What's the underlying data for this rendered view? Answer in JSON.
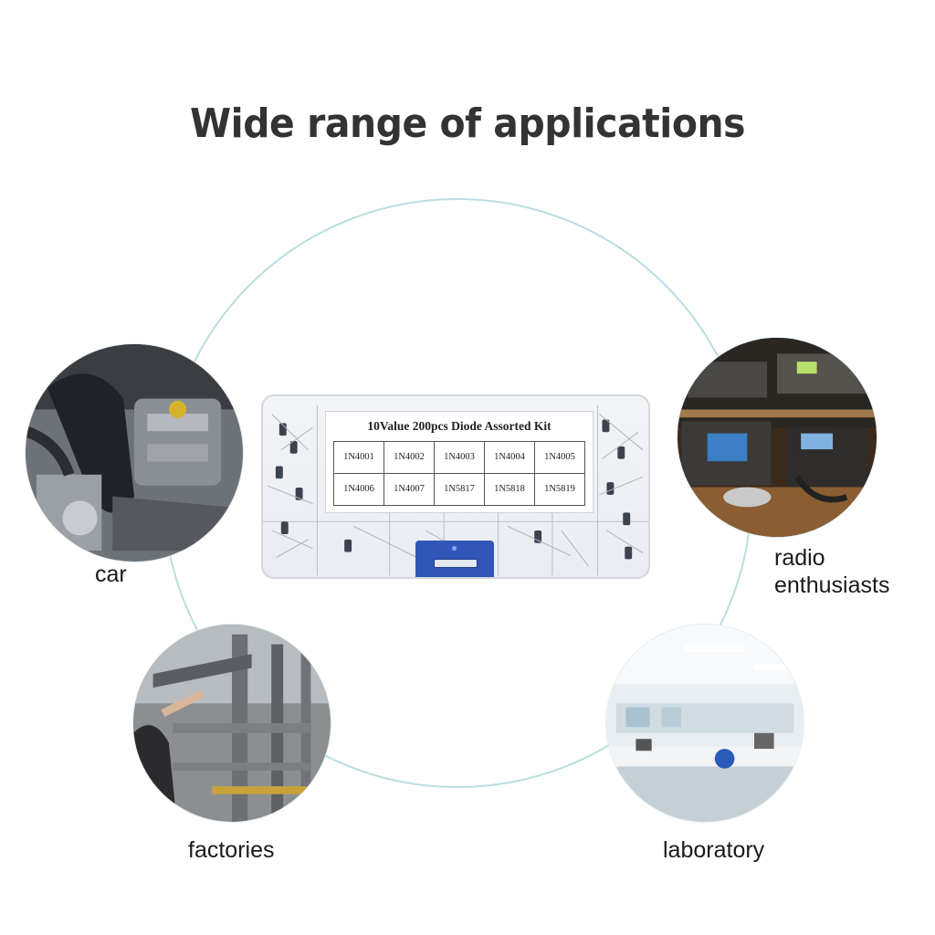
{
  "title": "Wide range of applications",
  "applications": {
    "car": "car",
    "radio": "radio\nenthusiasts",
    "factories": "factories",
    "laboratory": "laboratory"
  },
  "kit": {
    "title": "10Value 200pcs Diode Assorted Kit",
    "models": [
      "1N4001",
      "1N4002",
      "1N4003",
      "1N4004",
      "1N4005",
      "1N4006",
      "1N4007",
      "1N5817",
      "1N5818",
      "1N5819"
    ]
  },
  "colors": {
    "ring": "#b8dde0",
    "clasp": "#2f56b8",
    "title": "#333333"
  }
}
